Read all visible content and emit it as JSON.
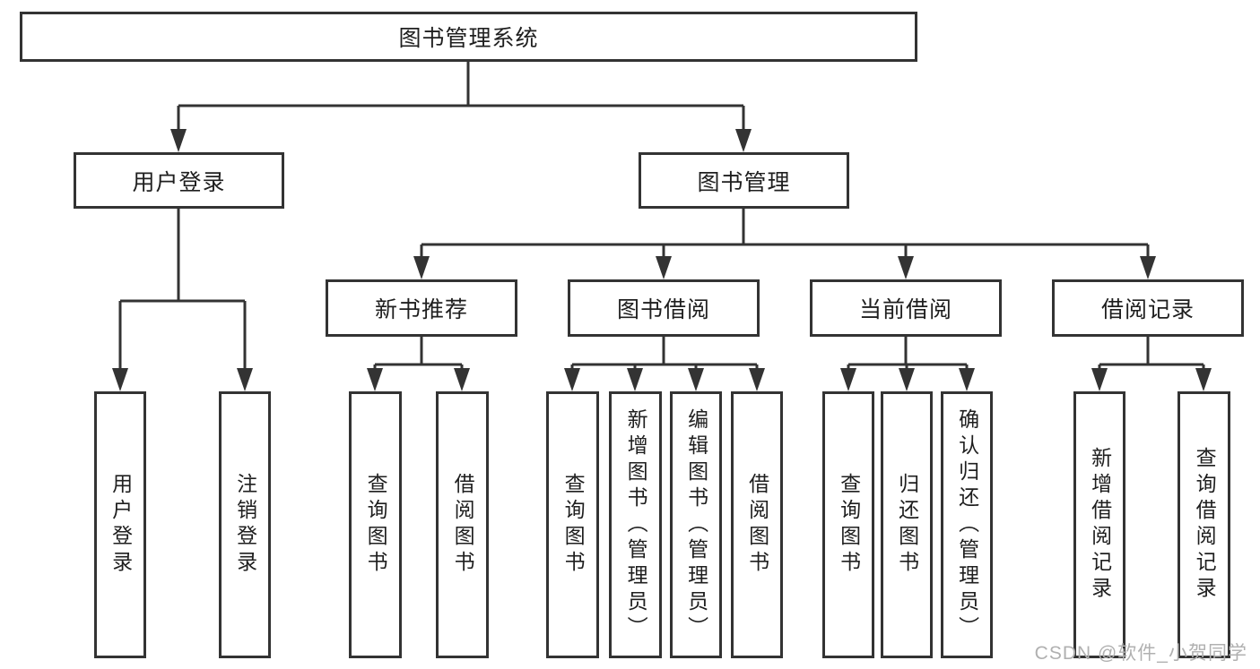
{
  "diagram_title": "图书管理系统",
  "nodes": {
    "root": "图书管理系统",
    "level2": {
      "user_login": "用户登录",
      "book_mgmt": "图书管理"
    },
    "level3": {
      "new_book_rec": "新书推荐",
      "book_borrow": "图书借阅",
      "current_borrow": "当前借阅",
      "borrow_record": "借阅记录"
    },
    "leaves": {
      "user_login_login": "用户登录",
      "user_login_logout": "注销登录",
      "nbr_query": "查询图书",
      "nbr_borrow": "借阅图书",
      "bb_query": "查询图书",
      "bb_add": "新增图书（管理员）",
      "bb_edit": "编辑图书（管理员）",
      "bb_borrow": "借阅图书",
      "cb_query": "查询图书",
      "cb_return": "归还图书",
      "cb_confirm": "确认归还（管理员）",
      "br_add": "新增借阅记录",
      "br_query": "查询借阅记录"
    }
  },
  "watermark": "CSDN @软件_小贺同学",
  "colors": {
    "line": "#333333",
    "text": "#1f1f1f",
    "background": "#ffffff",
    "watermark": "#b0b0b0"
  }
}
